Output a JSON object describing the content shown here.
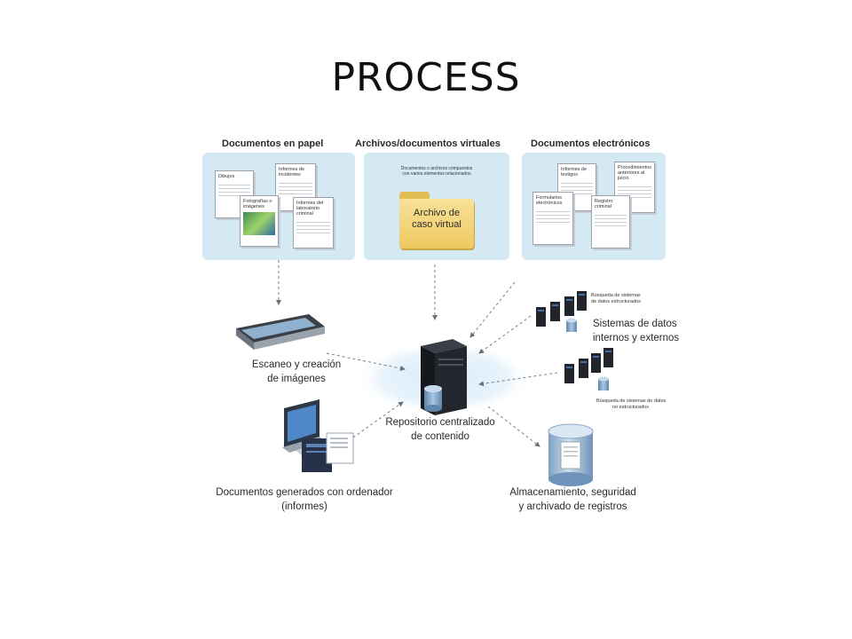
{
  "title": "PROCESS",
  "panels": {
    "paper": {
      "heading": "Documentos en papel",
      "docs": [
        "Dibujos",
        "Informes de incidentes",
        "Fotografías o imágenes",
        "Informes del laboratorio criminal"
      ]
    },
    "virtual": {
      "heading": "Archivos/documentos virtuales",
      "note_line1": "Documentos o archivos compuestos",
      "note_line2": "con varios elementos relacionados",
      "folder_line1": "Archivo de",
      "folder_line2": "caso virtual"
    },
    "electronic": {
      "heading": "Documentos electrónicos",
      "docs": [
        "Informes de testigos",
        "Procedimientos anteriores al juicio",
        "Formularios electrónicos",
        "Registro criminal"
      ]
    }
  },
  "nodes": {
    "scanner_line1": "Escaneo y creación",
    "scanner_line2": "de imágenes",
    "repository_line1": "Repositorio centralizado",
    "repository_line2": "de contenido",
    "systems_line1": "Sistemas de datos",
    "systems_line2": "internos y externos",
    "structured_line1": "Búsqueda de sistemas",
    "structured_line2": "de datos estructurados",
    "unstructured_line1": "Búsqueda de sistemas de datos",
    "unstructured_line2": "no estructurados",
    "computer_line1": "Documentos generados con ordenador",
    "computer_line2": "(informes)",
    "storage_line1": "Almacenamiento, seguridad",
    "storage_line2": "y archivado de registros"
  },
  "colors": {
    "panel_bg": "#d5e9f4",
    "glow": "#cfe6f7",
    "server": "#1f2328",
    "cylinder": "#7fa4c8",
    "folder": "#f2d67a"
  }
}
